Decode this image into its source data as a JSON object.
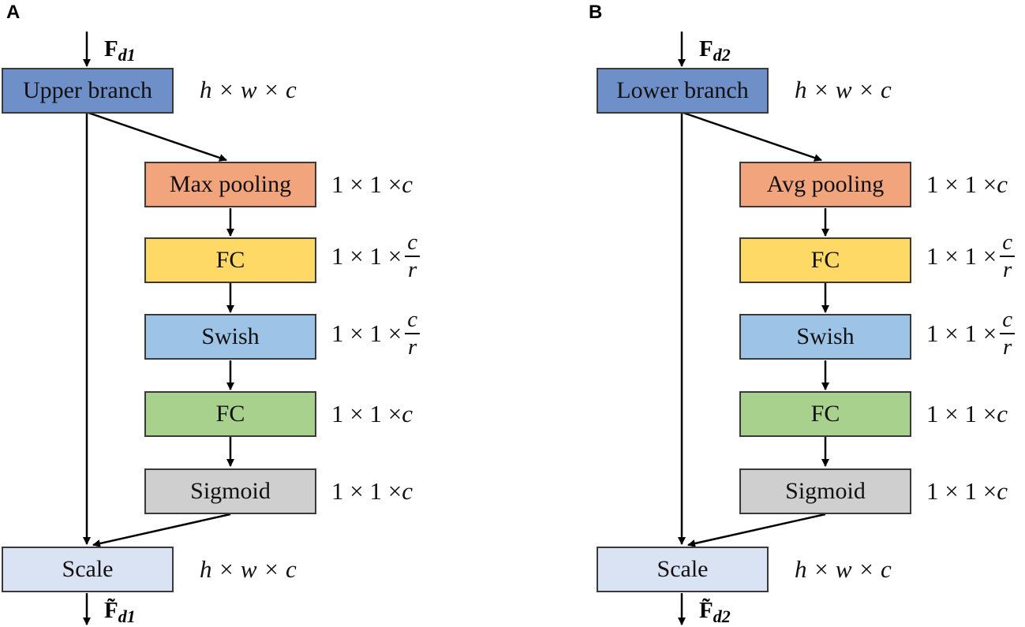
{
  "panels": [
    {
      "label": "A",
      "input_signal": {
        "main": "F",
        "sub": "d1"
      },
      "output_signal": {
        "main": "F̃",
        "sub": "d1"
      },
      "top_box": {
        "label": "Upper branch",
        "dim": "h × w × c",
        "color": "#6f8fc8"
      },
      "blocks": [
        {
          "label": "Max pooling",
          "color": "#f2a47c",
          "dim": "1 × 1 × ",
          "dim_var": "c"
        },
        {
          "label": "FC",
          "color": "#ffd966",
          "dim": "1 × 1 × ",
          "dim_num": "c",
          "dim_den": "r"
        },
        {
          "label": "Swish",
          "color": "#9dc3e6",
          "dim": "1 × 1 × ",
          "dim_num": "c",
          "dim_den": "r"
        },
        {
          "label": "FC",
          "color": "#a9d18e",
          "dim": "1 × 1 × ",
          "dim_var": "c"
        },
        {
          "label": "Sigmoid",
          "color": "#cfcfcf",
          "dim": "1 × 1 × ",
          "dim_var": "c"
        }
      ],
      "bottom_box": {
        "label": "Scale",
        "dim": "h × w × c",
        "color": "#dae3f3"
      }
    },
    {
      "label": "B",
      "input_signal": {
        "main": "F",
        "sub": "d2"
      },
      "output_signal": {
        "main": "F̃",
        "sub": "d2"
      },
      "top_box": {
        "label": "Lower branch",
        "dim": "h × w × c",
        "color": "#6f8fc8"
      },
      "blocks": [
        {
          "label": "Avg pooling",
          "color": "#f2a47c",
          "dim": "1 × 1 × ",
          "dim_var": "c"
        },
        {
          "label": "FC",
          "color": "#ffd966",
          "dim": "1 × 1 × ",
          "dim_num": "c",
          "dim_den": "r"
        },
        {
          "label": "Swish",
          "color": "#9dc3e6",
          "dim": "1 × 1 × ",
          "dim_num": "c",
          "dim_den": "r"
        },
        {
          "label": "FC",
          "color": "#a9d18e",
          "dim": "1 × 1 × ",
          "dim_var": "c"
        },
        {
          "label": "Sigmoid",
          "color": "#cfcfcf",
          "dim": "1 × 1 × ",
          "dim_var": "c"
        }
      ],
      "bottom_box": {
        "label": "Scale",
        "dim": "h × w × c",
        "color": "#dae3f3"
      }
    }
  ]
}
